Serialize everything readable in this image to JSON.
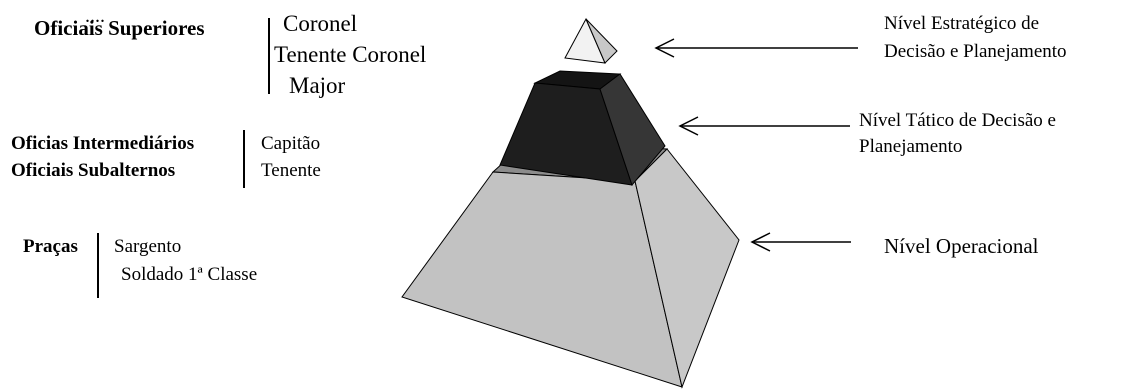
{
  "hierarchy": {
    "ellipsis": "....",
    "superiores": {
      "label": "Oficiais Superiores",
      "ranks": [
        "Coronel",
        "Tenente Coronel",
        "Major"
      ]
    },
    "intermediarios": {
      "label": "Oficias Intermediários",
      "rank": "Capitão"
    },
    "subalternos": {
      "label": "Oficiais Subalternos",
      "rank": "Tenente"
    },
    "pracas": {
      "label": "Praças",
      "ranks": [
        "Sargento",
        "Soldado 1ª Classe"
      ]
    }
  },
  "levels": {
    "strategic": "Nível Estratégico de Decisão e Planejamento",
    "strategic_lines": [
      "Nível Estratégico de",
      "Decisão e Planejamento"
    ],
    "tactical": "Nível Tático de Decisão e Planejamento",
    "tactical_lines": [
      "Nível Tático de Decisão e",
      "Planejamento"
    ],
    "operational": "Nível Operacional"
  },
  "colors": {
    "top_front": "#f2f2f2",
    "top_side": "#c8c8c8",
    "middle_top": "#141414",
    "middle_front": "#1e1e1e",
    "middle_side": "#363636",
    "base_top": "#8c8c8c",
    "base_front": "#c2c2c2",
    "base_side": "#c8c8c8"
  }
}
